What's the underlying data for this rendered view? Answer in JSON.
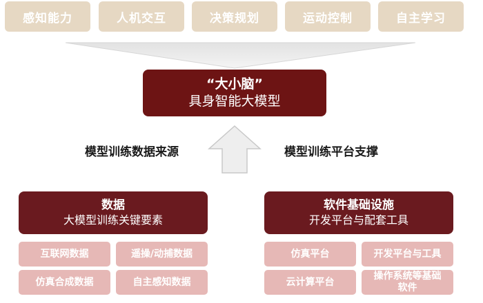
{
  "capabilities": [
    {
      "label": "感知能力"
    },
    {
      "label": "人机交互"
    },
    {
      "label": "决策规划"
    },
    {
      "label": "运动控制"
    },
    {
      "label": "自主学习"
    }
  ],
  "core": {
    "line1": "“大小脑”",
    "line2": "具身智能大模型"
  },
  "labels": {
    "left": "模型训练数据来源",
    "right": "模型训练平台支撑"
  },
  "data_panel": {
    "title": "数据",
    "subtitle": "大模型训练关键要素",
    "items": [
      {
        "label": "互联网数据"
      },
      {
        "label": "遥操/动捕数据"
      },
      {
        "label": "仿真合成数据"
      },
      {
        "label": "自主感知数据"
      }
    ]
  },
  "software_panel": {
    "title": "软件基础设施",
    "subtitle": "开发平台与配套工具",
    "items": [
      {
        "label": "仿真平台"
      },
      {
        "label": "开发平台与工具"
      },
      {
        "label": "云计算平台"
      },
      {
        "label": "操作系统等基础软件"
      }
    ]
  },
  "colors": {
    "capability_bg": "#e6d8c3",
    "core_bg": "#6d1414",
    "panel_bg": "#6a1a1f",
    "tile_bg": "#e6b8b6",
    "arrow_fill": "#eeeeee",
    "arrow_stroke": "#c8c8c8"
  }
}
